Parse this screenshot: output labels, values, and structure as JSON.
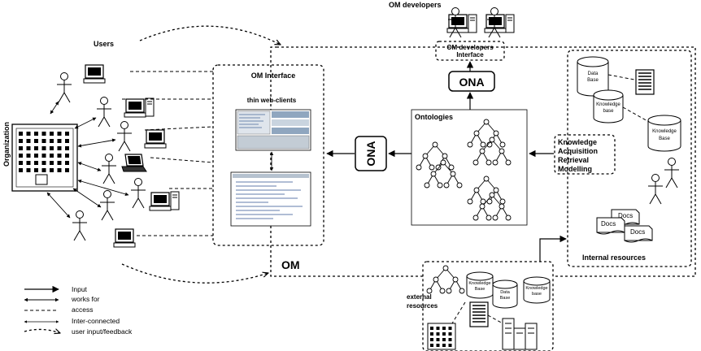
{
  "labels": {
    "om_developers": "OM developers",
    "om_dev_interface_1": "OM developers",
    "om_dev_interface_2": "Interface",
    "users": "Users",
    "organization": "Organization",
    "om_interface": "OM Interface",
    "thin_clients": "thin web-clients",
    "ona_top": "ONA",
    "ona_mid": "ONA",
    "ontologies": "Ontologies",
    "kar_1": "Knowledge",
    "kar_2": "Acquisition",
    "kar_3": "Retrieval",
    "kar_4": "Modelling",
    "om": "OM",
    "internal_resources": "Internal resources",
    "external_1": "external",
    "external_2": "resources",
    "db_data_1": "Data",
    "db_data_2": "Base",
    "db_kb_1": "Knowledge",
    "db_kb_2": "base",
    "db_kb_big_1": "Knowledge",
    "db_kb_big_2": "Base",
    "docs": "Docs",
    "ext_kb_1": "Knowledge",
    "ext_kb_2": "Base",
    "ext_db_1": "Data",
    "ext_db_2": "Base",
    "ext_kb2_1": "Knowledge",
    "ext_kb2_2": "base"
  },
  "legend": {
    "input": "Input",
    "works_for": "works for",
    "access": "access",
    "inter_connected": "Inter-connected",
    "user_feedback": "user input/feedback"
  }
}
